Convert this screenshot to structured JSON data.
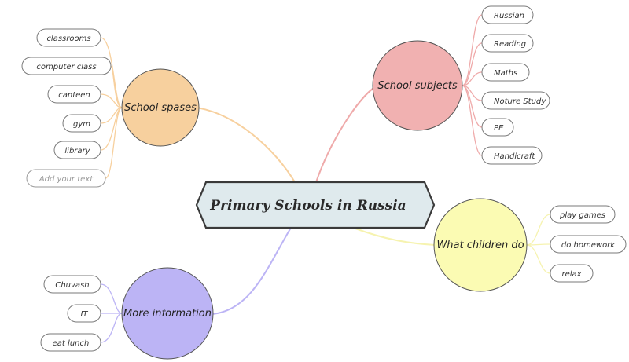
{
  "center": {
    "title": "Primary Schools in Russia"
  },
  "branches": {
    "school_spaces": {
      "label": "School spases",
      "color": "#f7d09e",
      "items": [
        "classrooms",
        "computer class",
        "canteen",
        "gym",
        "library"
      ],
      "placeholder": "Add your text"
    },
    "school_subjects": {
      "label": "School subjects",
      "color": "#f1b1b1",
      "items": [
        "Russian",
        "Reading",
        "Maths",
        "Noture Study",
        "PE",
        "Handicraft"
      ]
    },
    "what_children_do": {
      "label": "What children do",
      "color": "#fbfbb3",
      "items": [
        "play games",
        "do homework",
        "relax"
      ]
    },
    "more_information": {
      "label": "More information",
      "color": "#bcb4f5",
      "items": [
        "Chuvash",
        "IT",
        "eat lunch"
      ]
    }
  },
  "colors": {
    "center_fill": "#dfeaed",
    "center_stroke": "#3a3a3a",
    "pill_stroke": "#7a7a7a"
  }
}
